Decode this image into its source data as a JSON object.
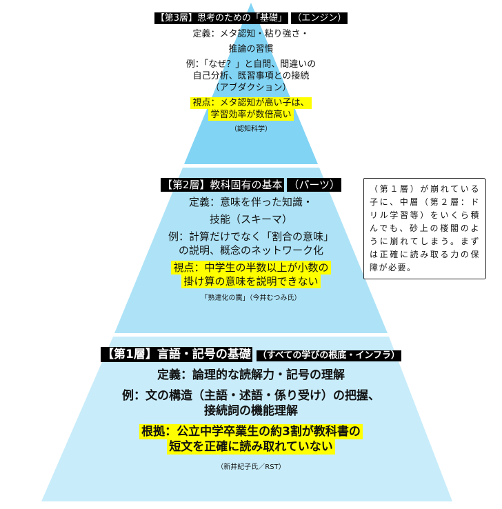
{
  "colors": {
    "layer3": "#82d4f4",
    "layer2": "#aee3f7",
    "layer1": "#c8ecfa",
    "highlight": "#ffff00"
  },
  "layer3": {
    "title": "【第3層】思考のための「基礎」",
    "subtitle": "（エンジン）",
    "definition_1": "定義：メタ認知・粘り強さ・",
    "definition_2": "推論の習慣",
    "example_1": "例：「なぜ？」と自問、間違いの",
    "example_2": "自己分析、既習事項との接続",
    "example_3": "（アブダクション）",
    "point_1": "視点：メタ認知が高い子は、",
    "point_2": "学習効率が数倍高い",
    "source": "（認知科学）"
  },
  "layer2": {
    "title": "【第2層】教科固有の基本",
    "subtitle": "（パーツ）",
    "definition_1": "定義：意味を伴った知識・",
    "definition_2": "技能（スキーマ）",
    "example_1": "例：計算だけでなく「割合の意味」",
    "example_2": "の説明、概念のネットワーク化",
    "point_1": "視点：中学生の半数以上が小数の",
    "point_2": "掛け算の意味を説明できない",
    "source": "「熟達化の罠」（今井むつみ氏）"
  },
  "layer1": {
    "title": "【第1層】言語・記号の基礎",
    "subtitle": "（すべての学びの根底・インフラ）",
    "definition": "定義：論理的な読解力・記号の理解",
    "example_1": "例：文の構造（主語・述語・係り受け）の把握、",
    "example_2": "接続詞の機能理解",
    "evidence_1": "根拠：公立中学卒業生の約3割が教科書の",
    "evidence_2": "短文を正確に読み取れていない",
    "source": "（新井紀子氏／RST）"
  },
  "note": {
    "text": "（第１層）が崩れている子に、中層（第２層：ドリル学習等）をいくら積んでも、砂上の楼閣のように崩れてしまう。まずは正確に読み取る力の保障が必要。"
  }
}
